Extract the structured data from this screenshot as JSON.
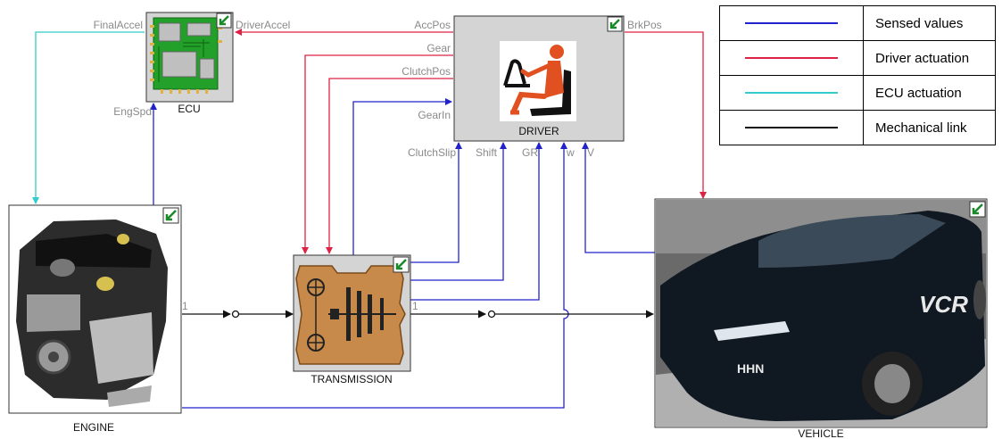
{
  "colors": {
    "sensed": "#2222cc",
    "driver": "#dd2244",
    "ecu": "#33cccc",
    "mechanical": "#111111",
    "block_border": "#333333",
    "block_fill": "#d4d4d4",
    "corner_icon": "#1a8a2a"
  },
  "blocks": {
    "ecu": "ECU",
    "driver": "DRIVER",
    "engine": "ENGINE",
    "transmission": "TRANSMISSION",
    "vehicle": "VEHICLE"
  },
  "ports": {
    "final_accel": "FinalAccel",
    "driver_accel": "DriverAccel",
    "eng_spd": "EngSpd",
    "acc_pos": "AccPos",
    "gear": "Gear",
    "clutch_pos": "ClutchPos",
    "gear_in": "GearIn",
    "brk_pos": "BrkPos",
    "clutch_slip": "ClutchSlip",
    "shift": "Shift",
    "gr": "GR",
    "w": "w",
    "v": "V",
    "engine_out": "1",
    "trans_out": "1"
  },
  "legend": [
    {
      "label": "Sensed values",
      "color_key": "sensed"
    },
    {
      "label": "Driver actuation",
      "color_key": "driver"
    },
    {
      "label": "ECU actuation",
      "color_key": "ecu"
    },
    {
      "label": "Mechanical link",
      "color_key": "mechanical"
    }
  ]
}
